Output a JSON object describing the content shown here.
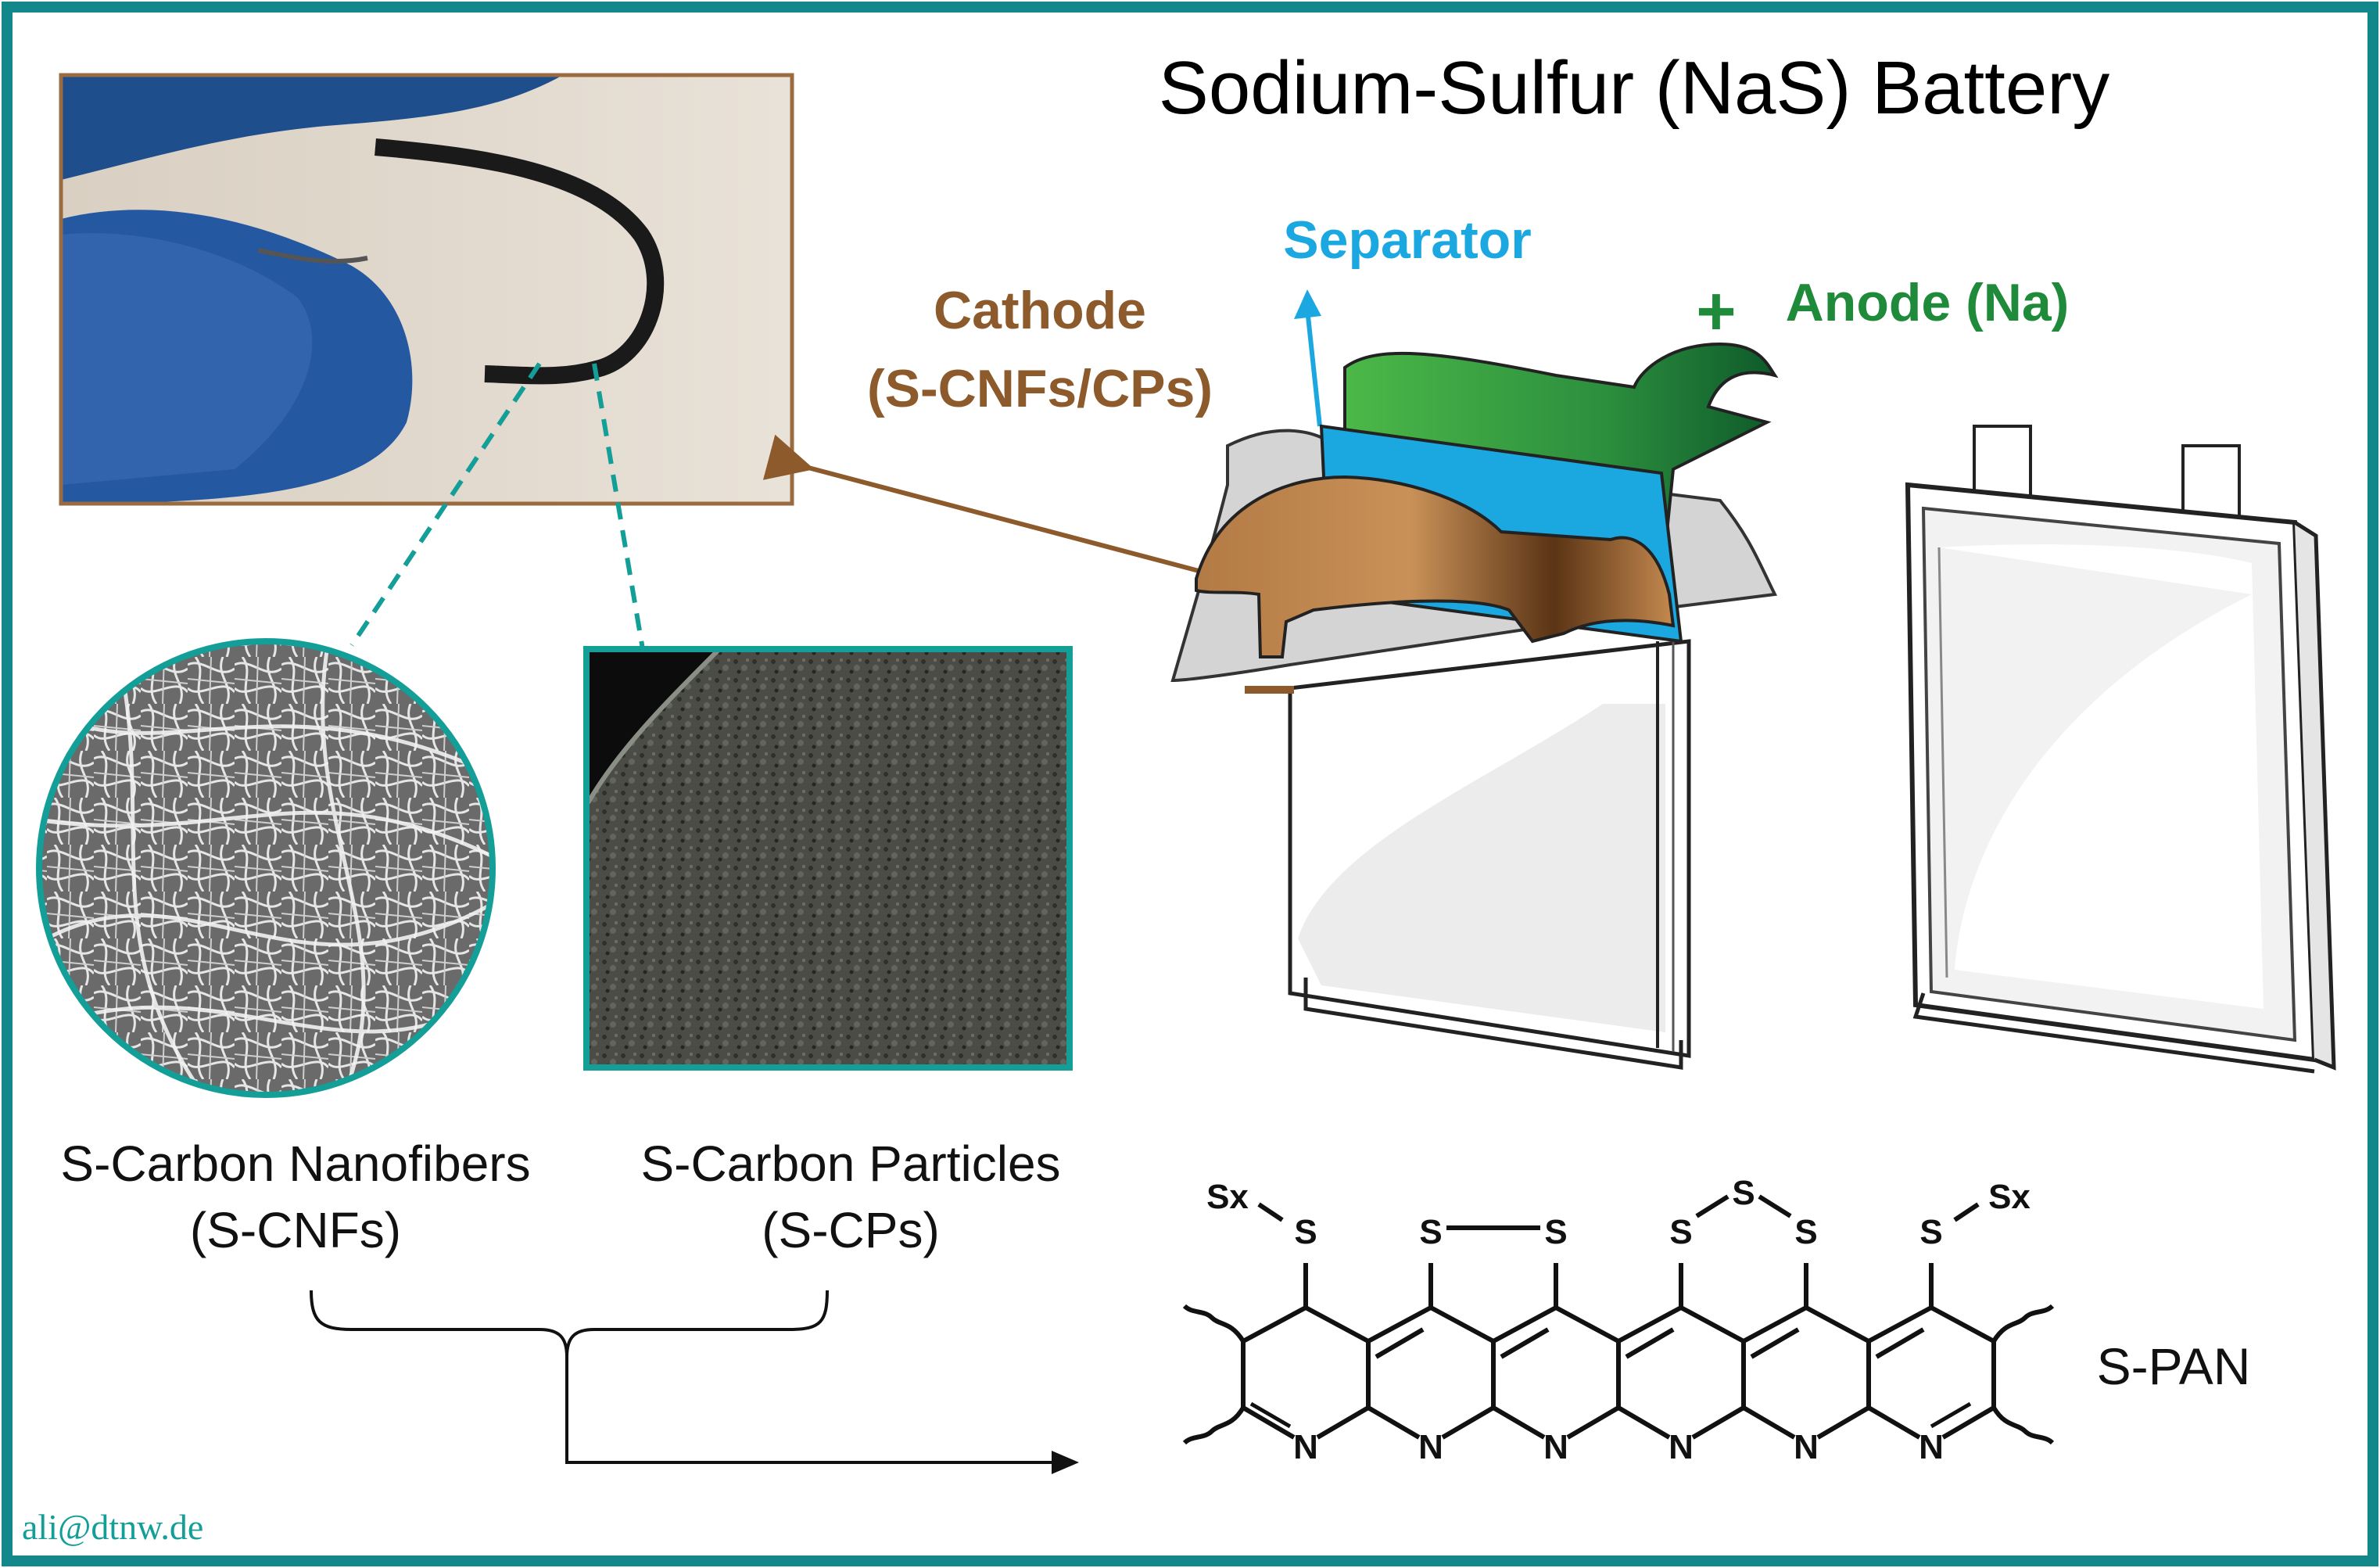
{
  "title": "Sodium-Sulfur (NaS) Battery",
  "labels": {
    "separator": "Separator",
    "anode": "Anode (Na)",
    "plus_sign": "+",
    "minus_sign": "−",
    "cathode_line1": "Cathode",
    "cathode_line2": "(S-CNFs/CPs)",
    "cnf_line1": "S-Carbon Nanofibers",
    "cnf_line2": "(S-CNFs)",
    "cp_line1": "S-Carbon Particles",
    "cp_line2": "(S-CPs)",
    "span_label": "S-PAN",
    "email": "ali@dtnw.de"
  },
  "molecule": {
    "sx_left": "Sx",
    "sx_right": "Sx",
    "s": "S",
    "n": "N"
  },
  "colors": {
    "frame": "#13888a",
    "cathode": "#8c5a2b",
    "separator": "#1ba7e0",
    "anode": "#1f8a3a",
    "teal": "#149e98"
  }
}
